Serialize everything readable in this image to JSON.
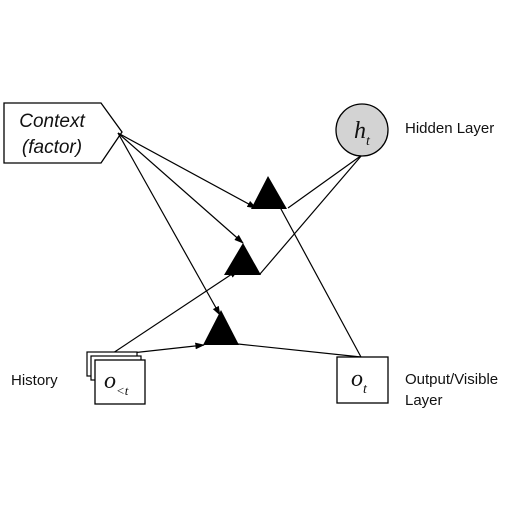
{
  "context": {
    "line1": "Context",
    "line2": "(factor)"
  },
  "hidden": {
    "symbol": "h",
    "subscript": "t",
    "label": "Hidden Layer"
  },
  "history": {
    "symbol": "o",
    "subscript": "<t",
    "label": "History"
  },
  "output": {
    "symbol": "o",
    "subscript": "t",
    "label_line1": "Output/Visible",
    "label_line2": "Layer"
  },
  "colors": {
    "hidden_fill": "#d3d3d3",
    "gate_fill": "#000000",
    "stroke": "#000000"
  }
}
